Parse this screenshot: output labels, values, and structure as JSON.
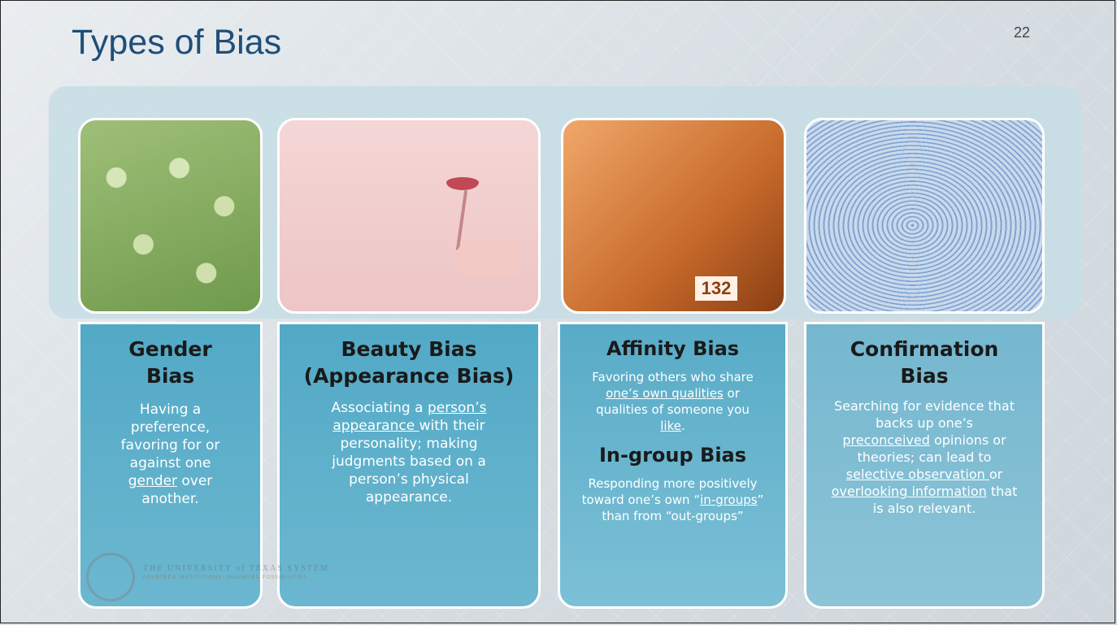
{
  "slide": {
    "title": "Types of Bias",
    "page_number": "22"
  },
  "cards": [
    {
      "heading": "Gender Bias",
      "body": [
        "Having a preference, favoring for or against one ",
        {
          "u": "gender"
        },
        " over another."
      ],
      "image": "gender-crowd-image"
    },
    {
      "heading": "Beauty Bias (Appearance Bias)",
      "body": [
        "Associating a ",
        {
          "u": "person’s appearance "
        },
        "with their personality; making judgments based on a person’s physical appearance."
      ],
      "image": "lips-on-stick-image"
    },
    {
      "heading": "Affinity Bias",
      "body": [
        "Favoring others who share ",
        {
          "u": "one’s own qualities"
        },
        " or qualities of someone you ",
        {
          "u": "like"
        },
        "."
      ],
      "heading2": "In-group Bias",
      "body2": [
        "Responding more positively toward one’s own “",
        {
          "u": "in-groups"
        },
        "” than from “out-groups”"
      ],
      "image": "athletes-hug-image"
    },
    {
      "heading": "Confirmation Bias",
      "body": [
        "Searching for evidence that backs up one’s ",
        {
          "u": "preconceived"
        },
        " opinions or theories; can lead to ",
        {
          "u": "selective observation "
        },
        "or ",
        {
          "u": "overlooking information"
        },
        " that is also relevant."
      ],
      "image": "fingerprint-image"
    }
  ],
  "logo": {
    "name": "THE UNIVERSITY of TEXAS SYSTEM",
    "sub": "FOURTEEN INSTITUTIONS. UNLIMITED POSSIBILITIES."
  },
  "photo_text": {
    "runner_number": "132"
  },
  "colors": {
    "title": "#1f4e79",
    "card": "#52a9c6",
    "band": "#c7dde5"
  }
}
